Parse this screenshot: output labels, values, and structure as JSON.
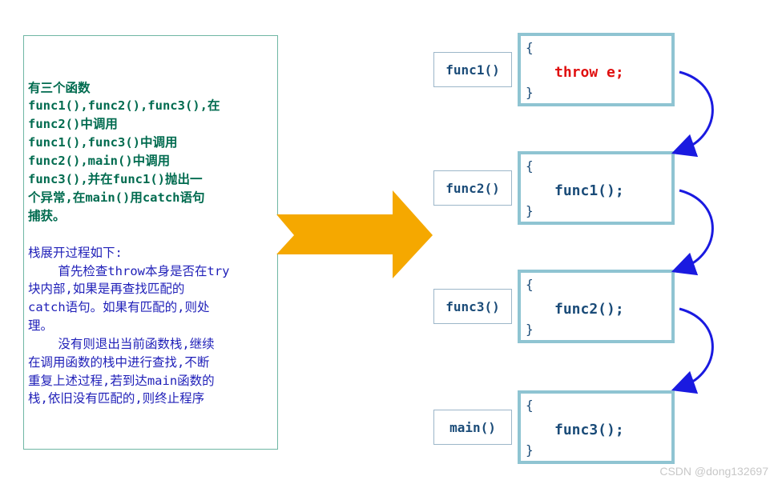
{
  "left_text": {
    "bold_lines": [
      "有三个函数",
      "func1(),func2(),func3(),在",
      "func2()中调用",
      "func1(),func3()中调用",
      "func2(),main()中调用",
      "func3(),并在func1()抛出一",
      "个异常,在main()用catch语句",
      "捕获。"
    ],
    "plain_lines": [
      "栈展开过程如下:",
      "    首先检查throw本身是否在try",
      "块内部,如果是再查找匹配的",
      "catch语句。如果有匹配的,则处",
      "理。",
      "    没有则退出当前函数栈,继续",
      "在调用函数的栈中进行查找,不断",
      "重复上述过程,若到达main函数的",
      "栈,依旧没有匹配的,则终止程序"
    ]
  },
  "stack": [
    {
      "label": "func1()",
      "open_brace": "{",
      "code": "throw e;",
      "close_brace": "}"
    },
    {
      "label": "func2()",
      "open_brace": "{",
      "code": "func1();",
      "close_brace": "}"
    },
    {
      "label": "func3()",
      "open_brace": "{",
      "code": "func2();",
      "close_brace": "}"
    },
    {
      "label": "main()",
      "open_brace": "{",
      "code": "func3();",
      "close_brace": "}"
    }
  ],
  "watermark": "CSDN @dong132697",
  "colors": {
    "big_arrow": "#f5a800",
    "curve_arrow": "#1a1ae0",
    "throw_text": "#e01010",
    "frame_border": "#8fc4d2"
  }
}
